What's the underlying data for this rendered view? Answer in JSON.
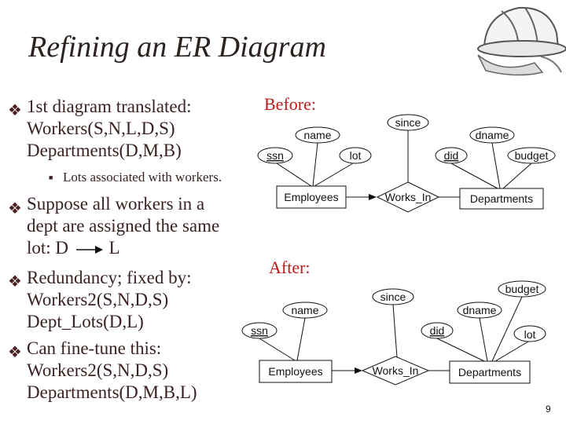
{
  "slide": {
    "title": "Refining an ER Diagram",
    "page_number": "9"
  },
  "bullets": [
    {
      "lines": [
        "1st diagram translated:",
        "Workers(S,N,L,D,S)",
        "Departments(D,M,B)"
      ]
    },
    {
      "lines": [
        "Suppose all workers in a",
        "dept are assigned the same",
        "lot:  D",
        "L"
      ]
    },
    {
      "lines": [
        "Redundancy; fixed by:",
        "Workers2(S,N,D,S)",
        "Dept_Lots(D,L)"
      ]
    },
    {
      "lines": [
        "Can fine-tune this:",
        "Workers2(S,N,D,S)",
        "Departments(D,M,B,L)"
      ]
    }
  ],
  "subbullet": "Lots associated with workers.",
  "before": {
    "header": "Before:",
    "attributes": {
      "name": "name",
      "ssn": "ssn",
      "lot": "lot",
      "since": "since",
      "dname": "dname",
      "did": "did",
      "budget": "budget"
    },
    "entities": {
      "employees": "Employees",
      "departments": "Departments"
    },
    "relationship": "Works_In"
  },
  "after": {
    "header": "After:",
    "attributes": {
      "name": "name",
      "ssn": "ssn",
      "since": "since",
      "did": "did",
      "dname": "dname",
      "budget": "budget",
      "lot": "lot"
    },
    "entities": {
      "employees": "Employees",
      "departments": "Departments"
    },
    "relationship": "Works_In"
  },
  "colors": {
    "title": "#2b2320",
    "body": "#3a2222",
    "header": "#c01818",
    "arrow": "#0a0a0a"
  }
}
